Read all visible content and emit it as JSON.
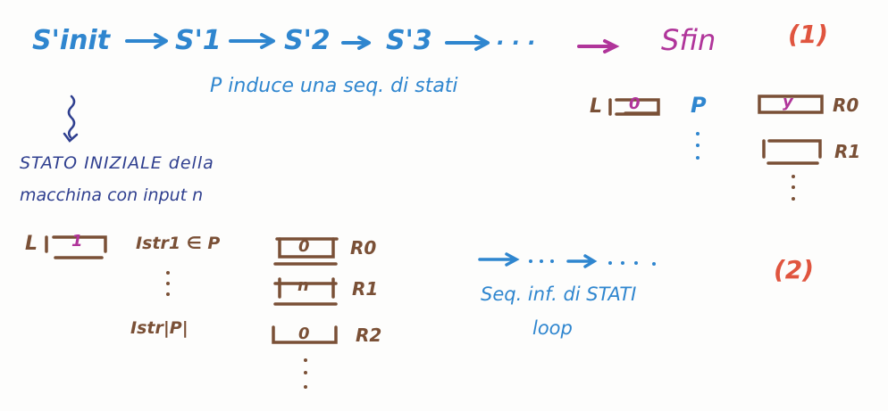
{
  "states_row": {
    "s_init": "S'init",
    "s1": "S'1",
    "s2": "S'2",
    "s3": "S'3",
    "dots": ". . .",
    "s_fin": "Sfin",
    "tag": "(1)",
    "caption": "P induce una seq. di stati"
  },
  "final_config": {
    "L_label": "L",
    "L_value": "0",
    "prog_label": "P",
    "R0_value": "y",
    "R0_label": "R0",
    "R1_value": "",
    "R1_label": "R1"
  },
  "initial_note": {
    "line1": "STATO INIZIALE della",
    "line2": "macchina con input n"
  },
  "initial_config": {
    "L_label": "L",
    "L_value": "1",
    "instr_first": "Istr1 ∈ P",
    "instr_last": "Istr|P|",
    "R0_value": "0",
    "R0_label": "R0",
    "R1_value": "n",
    "R1_label": "R1",
    "R2_value": "0",
    "R2_label": "R2"
  },
  "loop_note": {
    "arrows": "→ . . . → . . . .",
    "line1": "Seq. inf. di STATI",
    "line2": "loop",
    "tag": "(2)"
  },
  "colors": {
    "blue": "#2f86cf",
    "navy": "#2f3f8f",
    "brown": "#7a5036",
    "magenta": "#b0359a",
    "red": "#e0553f"
  }
}
